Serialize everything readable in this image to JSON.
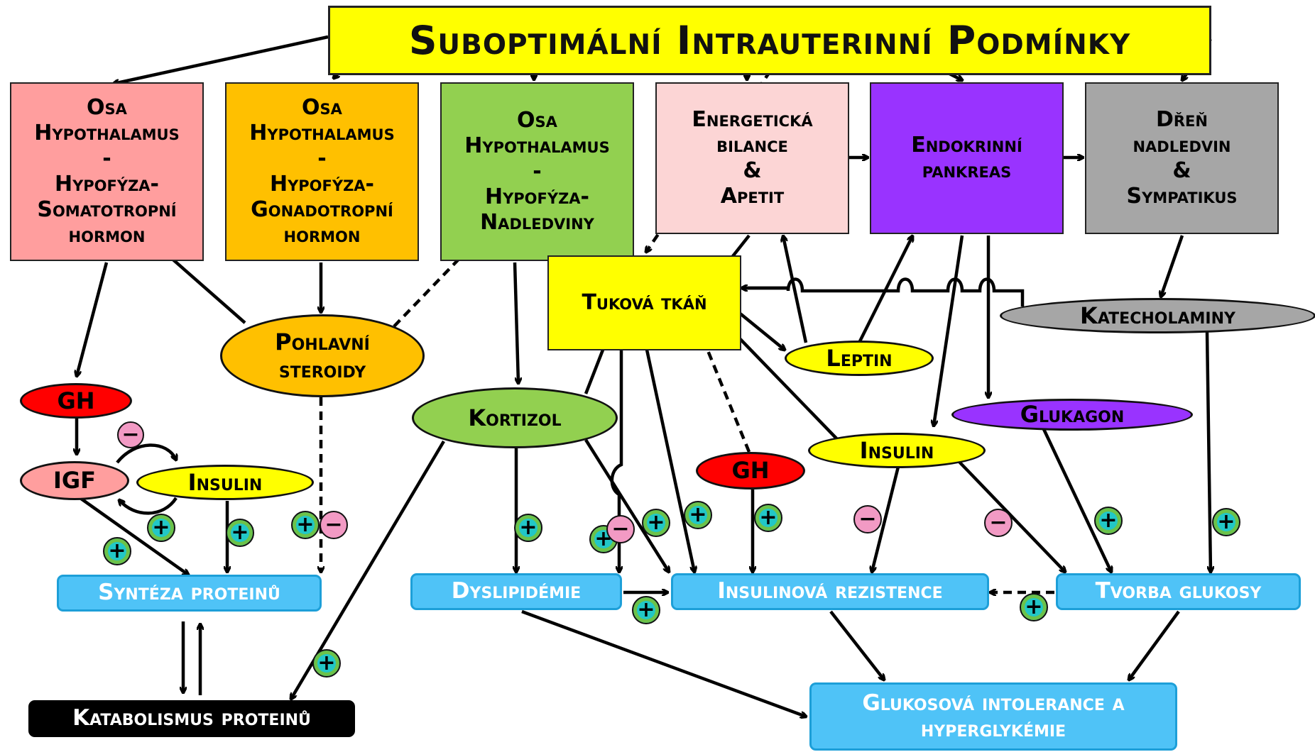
{
  "title": "Suboptimální Intrauterinní Podmínky",
  "axes": {
    "gh_axis": [
      "Osa",
      "Hypothalamus",
      "-",
      "Hypofýza-",
      "Somatotropní",
      "hormon"
    ],
    "gonad_axis": [
      "Osa",
      "Hypothalamus",
      "-",
      "Hypofýza-",
      "Gonadotropní",
      "hormon"
    ],
    "adrenal_axis": [
      "Osa",
      "Hypothalamus",
      "-",
      "Hypofýza-",
      "Nadledviny"
    ],
    "energy": [
      "Energetická",
      "bilance",
      "&",
      "Apetit"
    ],
    "pancreas": [
      "Endokrinní",
      "pankreas"
    ],
    "adrenal_medulla": [
      "Dřeň",
      "nadledvin",
      "&",
      "Sympatikus"
    ]
  },
  "nodes": {
    "adipose": "Tuková tkáň",
    "sex_steroids": [
      "Pohlavní",
      "steroidy"
    ],
    "gh_left": "GH",
    "igf": "IGF",
    "insulin_left": "Insulin",
    "cortisol": "Kortizol",
    "leptin": "Leptin",
    "gh_mid": "GH",
    "insulin_mid": "Insulin",
    "glucagon": "Glukagon",
    "catecholamines": "Katecholaminy"
  },
  "outcomes": {
    "protein_synthesis": "Syntéza proteinů",
    "protein_catabolism": "Katabolismus proteinů",
    "dyslipidemia": "Dyslipidémie",
    "insulin_resistance": "Insulinová rezistence",
    "glucose_production": "Tvorba glukosy",
    "glucose_intolerance": [
      "Glukosová intolerance a",
      "hyperglykémie"
    ]
  },
  "signs": {
    "plus": "+",
    "minus": "−"
  },
  "colors": {
    "title_bg": "#ffff00",
    "gh_axis": "#ff9e9e",
    "gonad_axis": "#ffc000",
    "adrenal_axis": "#92d050",
    "energy": "#fcd5d5",
    "pancreas": "#9933ff",
    "adrenal_medulla": "#a6a6a6",
    "adipose": "#ffff00",
    "gh_oval": "#ff0000",
    "igf_oval": "#ff9e9e",
    "insulin_oval": "#ffff00",
    "cortisol_oval": "#92d050",
    "glucagon_oval": "#9933ff",
    "catecholamine_oval": "#a6a6a6",
    "outcome": "#4fc3f7",
    "catabolism": "#000000"
  }
}
